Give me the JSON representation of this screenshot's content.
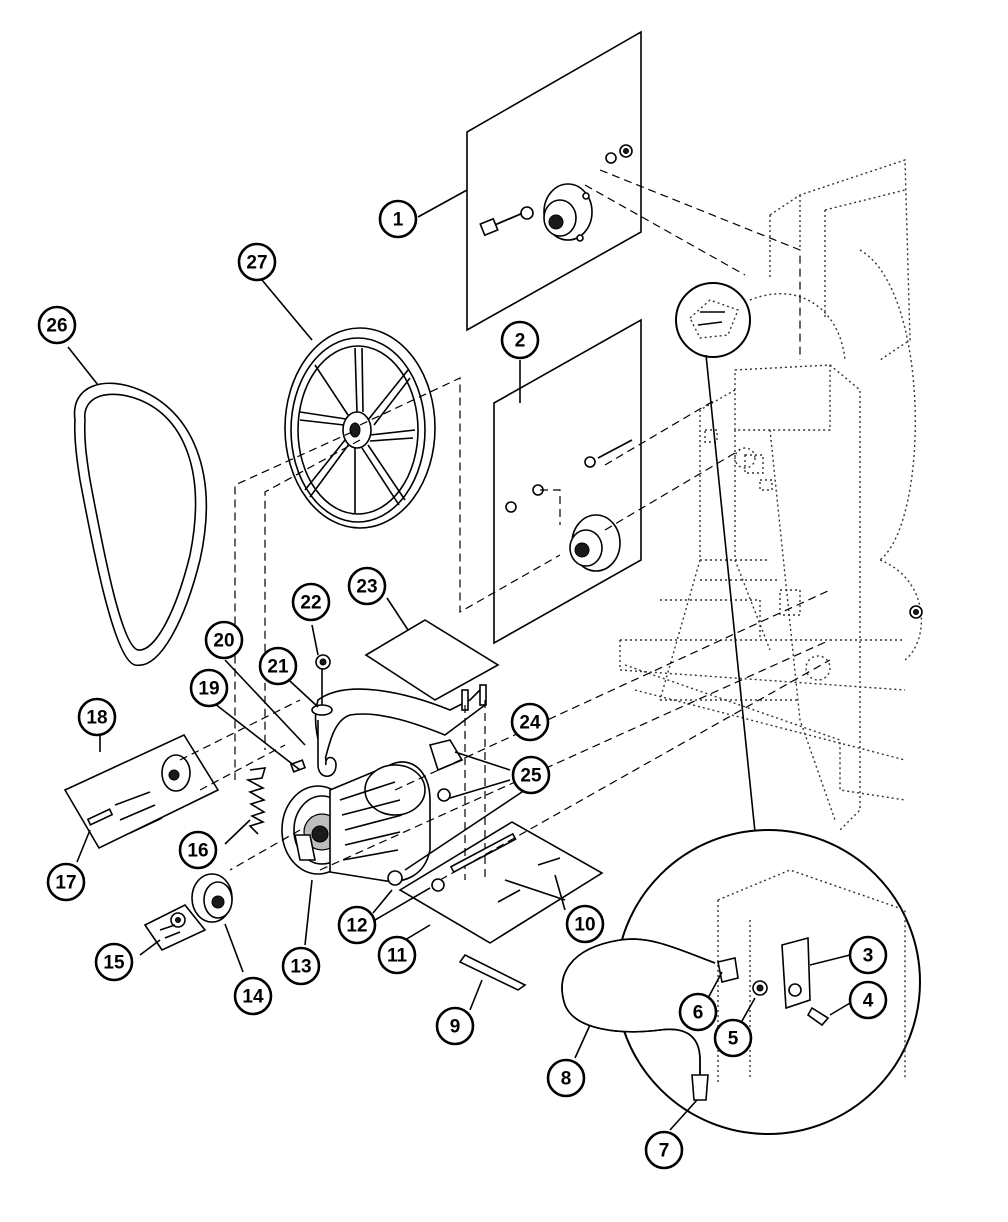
{
  "diagram": {
    "type": "exploded-parts-view",
    "callouts": [
      "1",
      "2",
      "3",
      "4",
      "5",
      "6",
      "7",
      "8",
      "9",
      "10",
      "11",
      "12",
      "13",
      "14",
      "15",
      "16",
      "17",
      "18",
      "19",
      "20",
      "21",
      "22",
      "23",
      "24",
      "25",
      "26",
      "27"
    ]
  }
}
